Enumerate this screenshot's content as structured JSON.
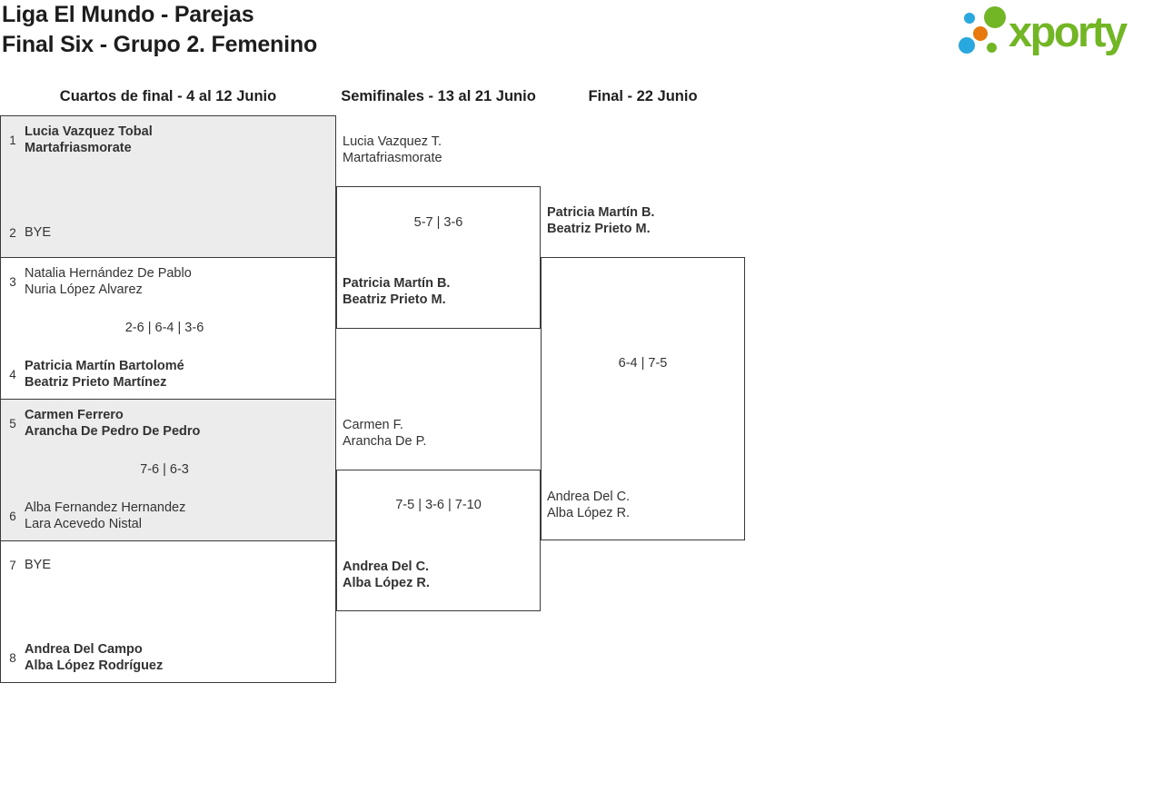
{
  "page": {
    "title_line1": "Liga El Mundo - Parejas",
    "title_line2": "Final Six - Grupo 2. Femenino"
  },
  "logo": {
    "text": "xporty",
    "brand_green": "#72b626",
    "brand_blue": "#29a8e0",
    "brand_orange": "#e8790f"
  },
  "rounds": {
    "quarterfinals_label": "Cuartos de final - 4 al 12 Junio",
    "semifinals_label": "Semifinales - 13 al 21 Junio",
    "final_label": "Final - 22 Junio"
  },
  "bracket": {
    "quarterfinals": [
      {
        "team1": {
          "seed": "1",
          "players": [
            "Lucia Vazquez Tobal",
            "Martafriasmorate"
          ],
          "winner": true
        },
        "score": "",
        "team2": {
          "seed": "2",
          "players": [
            "BYE",
            ""
          ],
          "winner": false
        }
      },
      {
        "team1": {
          "seed": "3",
          "players": [
            "Natalia Hernández De Pablo",
            "Nuria López Alvarez"
          ],
          "winner": false
        },
        "score": "2-6 | 6-4 | 3-6",
        "team2": {
          "seed": "4",
          "players": [
            "Patricia Martín Bartolomé",
            "Beatriz Prieto Martínez"
          ],
          "winner": true
        }
      },
      {
        "team1": {
          "seed": "5",
          "players": [
            "Carmen Ferrero",
            "Arancha De Pedro De Pedro"
          ],
          "winner": true
        },
        "score": "7-6 | 6-3",
        "team2": {
          "seed": "6",
          "players": [
            "Alba Fernandez Hernandez",
            "Lara Acevedo Nistal"
          ],
          "winner": false
        }
      },
      {
        "team1": {
          "seed": "7",
          "players": [
            "BYE",
            ""
          ],
          "winner": false
        },
        "score": "",
        "team2": {
          "seed": "8",
          "players": [
            "Andrea Del Campo",
            "Alba López Rodríguez"
          ],
          "winner": true
        }
      }
    ],
    "semifinals": [
      {
        "team1": {
          "players": [
            "Lucia Vazquez T.",
            "Martafriasmorate"
          ],
          "winner": false
        },
        "score": "5-7 | 3-6",
        "team2": {
          "players": [
            "Patricia Martín B.",
            "Beatriz Prieto M."
          ],
          "winner": true
        }
      },
      {
        "team1": {
          "players": [
            "Carmen F.",
            "Arancha De P."
          ],
          "winner": false
        },
        "score": "7-5 | 3-6 | 7-10",
        "team2": {
          "players": [
            "Andrea Del C.",
            "Alba López R."
          ],
          "winner": true
        }
      }
    ],
    "final": {
      "team1": {
        "players": [
          "Patricia Martín B.",
          "Beatriz Prieto M."
        ],
        "winner": true
      },
      "score": "6-4 | 7-5",
      "team2": {
        "players": [
          "Andrea Del C.",
          "Alba López R."
        ],
        "winner": false
      }
    }
  }
}
